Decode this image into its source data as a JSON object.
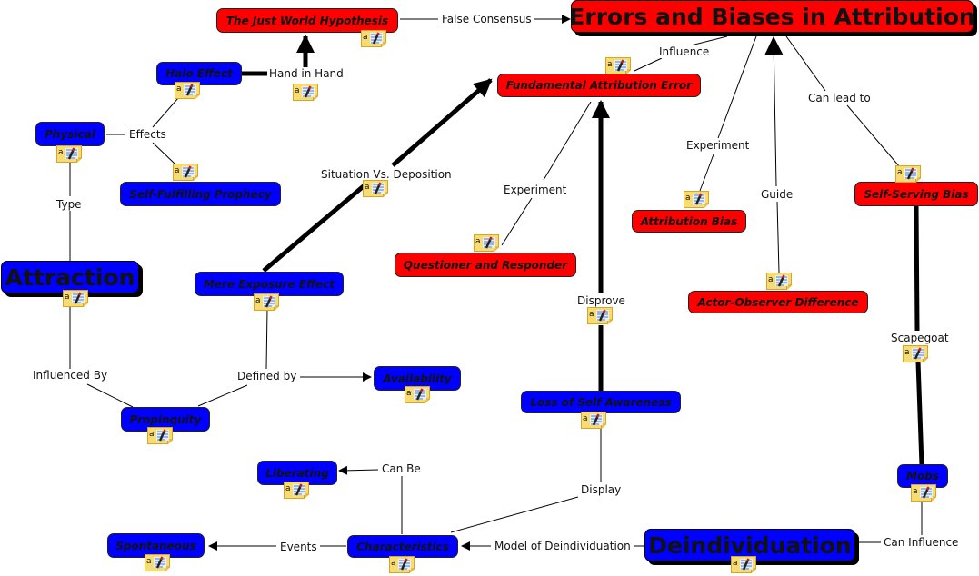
{
  "title": "Errors and Biases in Attribution",
  "nodes": {
    "errors": "Errors and Biases in Attribution",
    "just_world": "The Just World Hypothesis",
    "halo": "Halo Effect",
    "physical": "Physical",
    "self_fulfilling": "Self-Fulfilling Prophecy",
    "attraction": "Attraction",
    "mere_exposure": "Mere Exposure Effect",
    "propinquity": "Propinquity",
    "availability": "Availability",
    "fae": "Fundamental Attribution Error",
    "questioner": "Questioner and Responder",
    "attribution_bias": "Attribution Bias",
    "actor_observer": "Actor-Observer Difference",
    "self_serving": "Self-Serving Bias",
    "loss_self": "Loss of Self Awareness",
    "mobs": "Mobs",
    "deindividuation": "Deindividuation",
    "characteristics": "Characteristics",
    "liberating": "Liberating",
    "spontaneous": "Spontaneous"
  },
  "links": {
    "false_consensus": "False Consensus",
    "hand_in_hand": "Hand in Hand",
    "influence": "Influence",
    "effects": "Effects",
    "type": "Type",
    "situation": "Situation Vs. Deposition",
    "experiment1": "Experiment",
    "experiment2": "Experiment",
    "guide": "Guide",
    "can_lead_to": "Can lead to",
    "influenced_by": "Influenced By",
    "defined_by": "Defined by",
    "disprove": "Disprove",
    "scapegoat": "Scapegoat",
    "can_be": "Can Be",
    "display": "Display",
    "events": "Events",
    "model": "Model of Deindividuation",
    "can_influence": "Can Influence"
  },
  "colors": {
    "red_node": "#ff0000",
    "blue_node": "#0000ff",
    "note": "#f5d86b"
  }
}
